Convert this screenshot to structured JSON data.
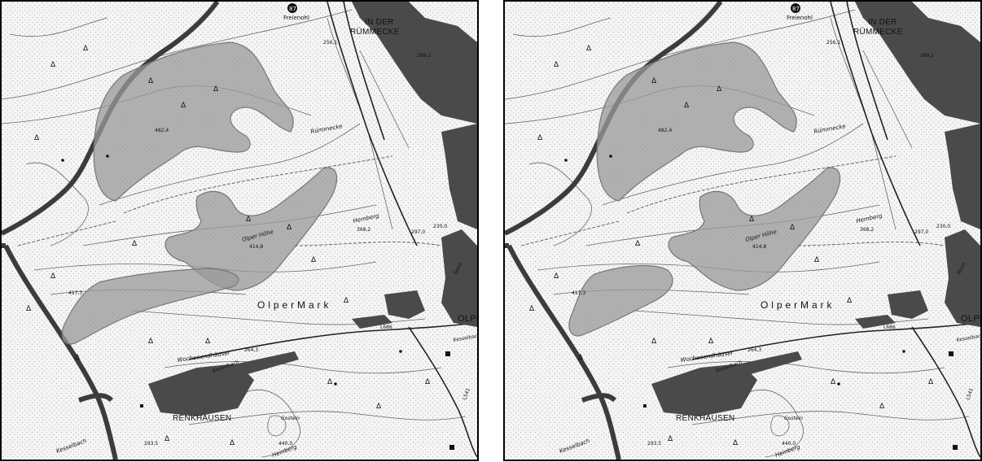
{
  "panels": [
    {
      "name": "left-map"
    },
    {
      "name": "right-map"
    }
  ],
  "map": {
    "place_names": {
      "in_der": "IN DER",
      "ruemmecke": "RÜMMECKE",
      "renkhausen": "RENKHAUSEN",
      "olpe": "OLPE",
      "olper_mark": "O l p e r   M a r k"
    },
    "feature_labels": {
      "freienohl": "Freienohl",
      "route": "87",
      "ruemmecke_stream": "Rümmecke",
      "hemberg": "Hemberg",
      "olper_hoehe": "Olper Höhe",
      "wochenendhaeuser": "Wochenendhäuser",
      "kesselbach_1": "Kesselbach",
      "kesselbach_2": "Kesselbach",
      "kesselbach_3": "Kesselbach",
      "gostein": "Gostein",
      "heinberg": "Heinberg",
      "sport": "Sport",
      "l686": "L686",
      "l541": "L541"
    },
    "spot_heights": {
      "h1": "256,1",
      "h2": "289,2",
      "h3": "482,4",
      "h4": "368,2",
      "h5": "297,0",
      "h6": "230,0",
      "h7": "414,8",
      "h8": "417,3",
      "h9": "264,3",
      "h10": "293,5",
      "h11": "440,0"
    },
    "colors": {
      "zone_fill": "#9a9a9a",
      "built_up": "#4a4a4a",
      "boundary": "#3c3c3c",
      "background": "#f4f4f4"
    }
  }
}
